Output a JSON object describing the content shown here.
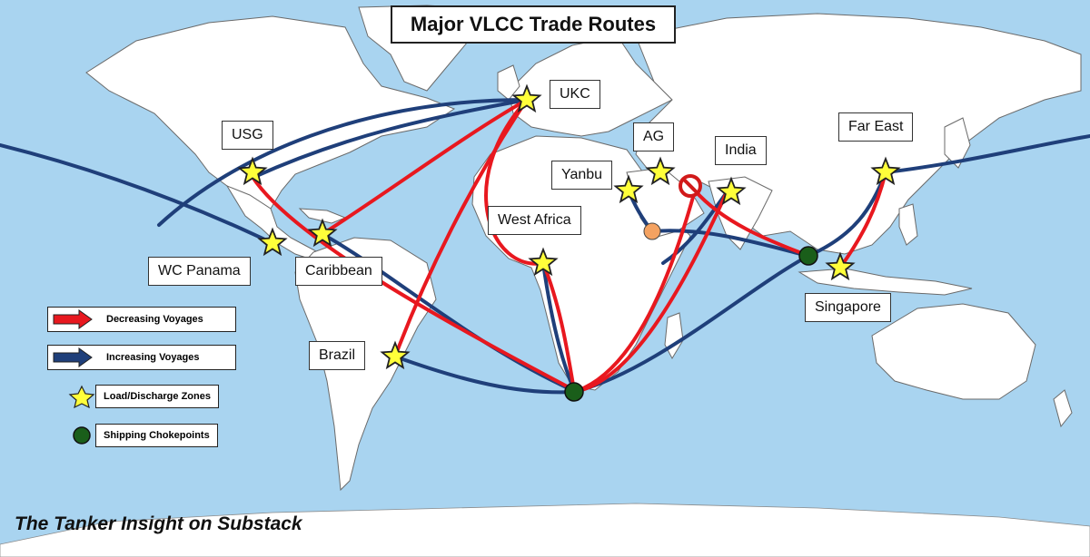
{
  "title": "Major VLCC Trade Routes",
  "labels": {
    "ukc": "UKC",
    "usg": "USG",
    "ag": "AG",
    "india": "India",
    "far_east": "Far East",
    "yanbu": "Yanbu",
    "west_africa": "West Africa",
    "wc_panama": "WC Panama",
    "caribbean": "Caribbean",
    "singapore": "Singapore",
    "brazil": "Brazil"
  },
  "legend": {
    "decreasing": "Decreasing Voyages",
    "increasing": "Increasing Voyages",
    "zones": "Load/Discharge Zones",
    "chokepoints": "Shipping Chokepoints"
  },
  "credit": "The Tanker Insight on Substack",
  "colors": {
    "ocean": "#a9d4f0",
    "land": "#ffffff",
    "decreasing": "#e8181f",
    "increasing": "#1f3f7a",
    "star": "#ffff3a",
    "chokepoint": "#1a5e1a",
    "red_sea_marker": "#f4a261",
    "blocked": "#d11a1a"
  },
  "icons": [
    "star-icon",
    "chokepoint-icon",
    "blocked-icon",
    "arrow-icon"
  ]
}
